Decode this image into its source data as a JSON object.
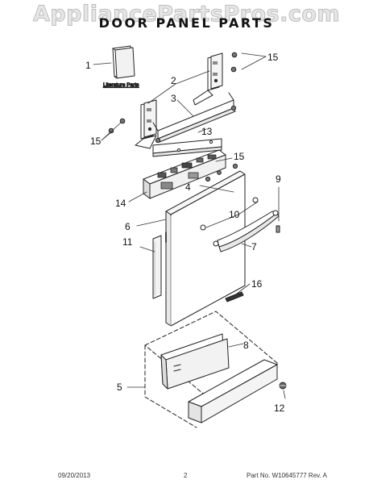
{
  "watermark": "AppliancePartsPros.com",
  "title": "DOOR PANEL PARTS",
  "literature_label": "Literature Parts",
  "callouts": {
    "c1": "1",
    "c2": "2",
    "c3": "3",
    "c4": "4",
    "c5": "5",
    "c6": "6",
    "c7": "7",
    "c8": "8",
    "c9": "9",
    "c10": "10",
    "c11": "11",
    "c12": "12",
    "c13": "13",
    "c14": "14",
    "c15": "15",
    "c16": "16"
  },
  "footer": {
    "date": "09/20/2013",
    "page": "2",
    "part_no": "Part No. W10645777  Rev. A"
  }
}
